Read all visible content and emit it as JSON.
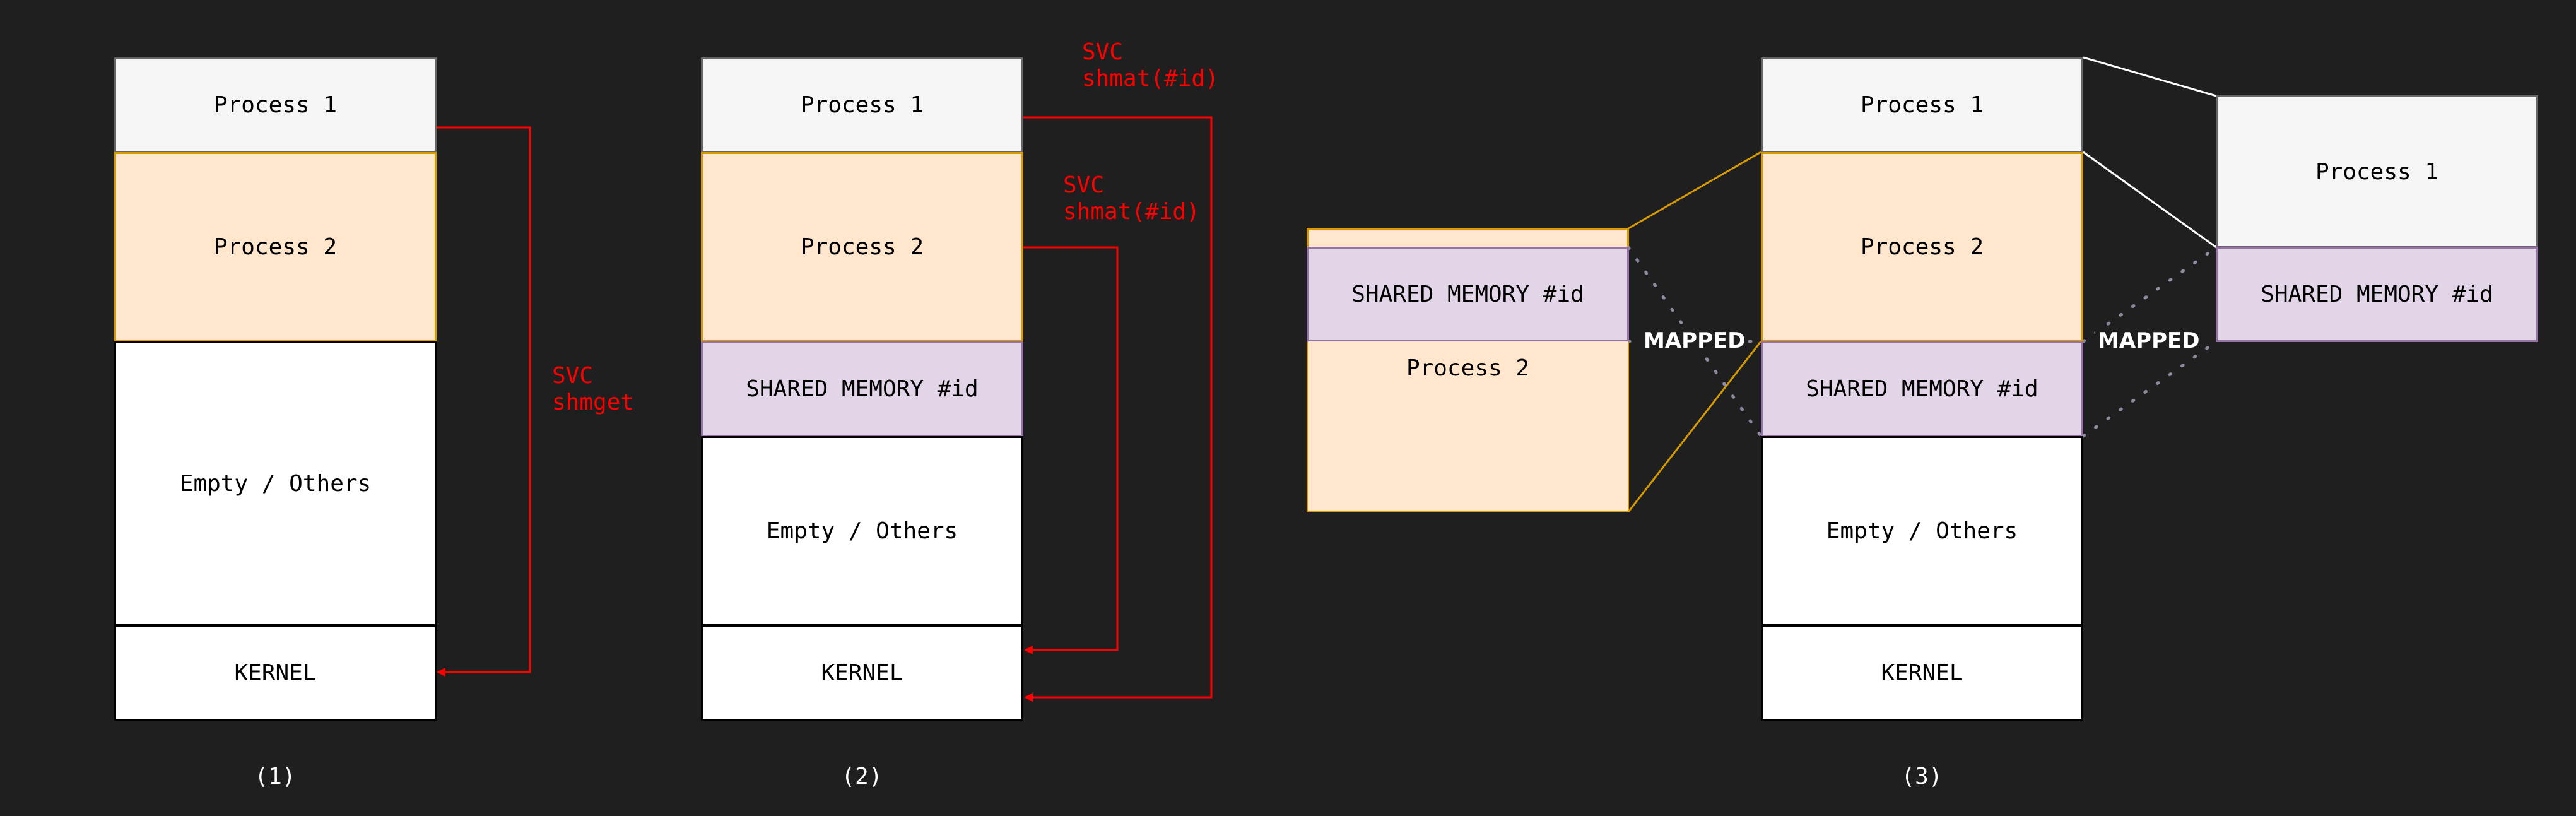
{
  "colors": {
    "background": "#1f1f1f",
    "process1_fill": "#f5f5f5",
    "process2_fill": "#ffe6cc",
    "process2_border": "#d79b00",
    "shared_fill": "#e1d5e7",
    "shared_border": "#9673a6",
    "arrow": "#ff0000",
    "map_line": "#ffffff",
    "dotted_line": "#8b8b9e"
  },
  "diagram1": {
    "process1": "Process 1",
    "process2": "Process 2",
    "empty": "Empty / Others",
    "kernel": "KERNEL",
    "svc_label": "SVC\nshmget",
    "caption": "(1)"
  },
  "diagram2": {
    "process1": "Process 1",
    "process2": "Process 2",
    "shared": "SHARED MEMORY #id",
    "empty": "Empty / Others",
    "kernel": "KERNEL",
    "svc_label_1": "SVC\nshmat(#id)",
    "svc_label_2": "SVC\nshmat(#id)",
    "caption": "(2)"
  },
  "diagram3": {
    "process1": "Process 1",
    "process2": "Process 2",
    "shared": "SHARED MEMORY #id",
    "empty": "Empty / Others",
    "kernel": "KERNEL",
    "left_shared": "SHARED MEMORY #id",
    "left_process2": "Process 2",
    "right_process1": "Process 1",
    "right_shared": "SHARED MEMORY #id",
    "mapped_left": "MAPPED",
    "mapped_right": "MAPPED",
    "caption": "(3)"
  }
}
